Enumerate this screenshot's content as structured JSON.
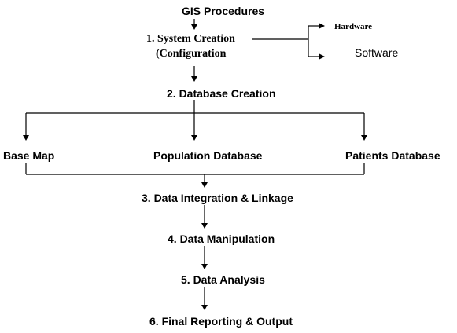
{
  "diagram": {
    "title": "GIS Procedures",
    "nodes": {
      "system_creation_line1": "1. System Creation",
      "system_creation_line2": "(Configuration",
      "hardware": "Hardware",
      "software": "Software",
      "database_creation": "2. Database Creation",
      "base_map": "Base Map",
      "population_database": "Population Database",
      "patients_database": "Patients Database",
      "data_integration": "3. Data Integration & Linkage",
      "data_manipulation": "4. Data Manipulation",
      "data_analysis": "5. Data Analysis",
      "final_reporting": "6. Final Reporting & Output"
    },
    "edges": [
      {
        "from": "title",
        "to": "system_creation"
      },
      {
        "from": "system_creation",
        "to": "hardware"
      },
      {
        "from": "system_creation",
        "to": "software"
      },
      {
        "from": "system_creation",
        "to": "database_creation"
      },
      {
        "from": "database_creation",
        "to": "base_map"
      },
      {
        "from": "database_creation",
        "to": "population_database"
      },
      {
        "from": "database_creation",
        "to": "patients_database"
      },
      {
        "from": "base_map",
        "to": "data_integration"
      },
      {
        "from": "population_database",
        "to": "data_integration"
      },
      {
        "from": "patients_database",
        "to": "data_integration"
      },
      {
        "from": "data_integration",
        "to": "data_manipulation"
      },
      {
        "from": "data_manipulation",
        "to": "data_analysis"
      },
      {
        "from": "data_analysis",
        "to": "final_reporting"
      }
    ]
  }
}
